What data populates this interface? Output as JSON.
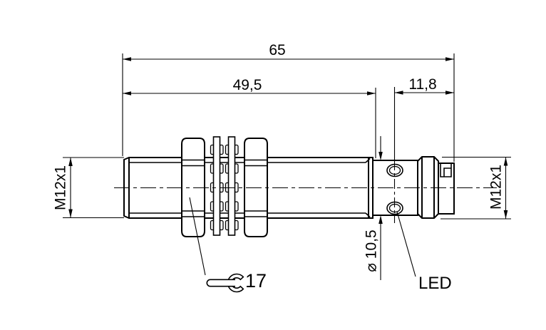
{
  "canvas": {
    "background": "#ffffff",
    "line_color": "#000000"
  },
  "dimensions": {
    "overall_length": "65",
    "front_section_length": "49,5",
    "rear_section_length": "11,8",
    "front_thread": "M12x1",
    "rear_thread": "M12x1",
    "led_ring_diameter": "⌀ 10,5",
    "wrench_size": "17"
  },
  "labels": {
    "led": "LED"
  }
}
